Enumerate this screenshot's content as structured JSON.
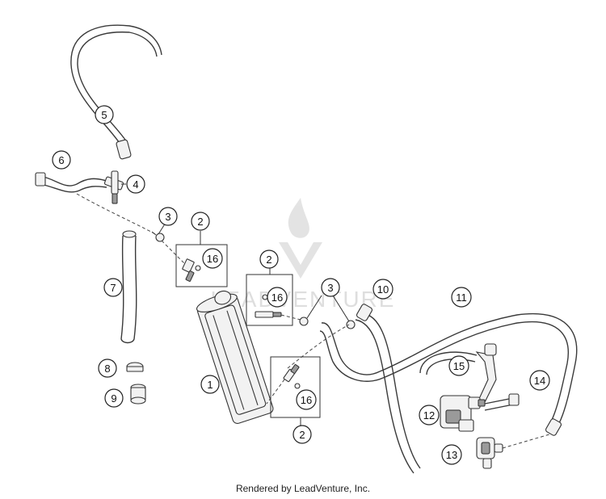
{
  "watermark": {
    "text": "LEADVENTURE"
  },
  "footer": {
    "credit": "Rendered by LeadVenture, Inc."
  },
  "callouts": [
    {
      "label": "1"
    },
    {
      "label": "2"
    },
    {
      "label": "2"
    },
    {
      "label": "2"
    },
    {
      "label": "3"
    },
    {
      "label": "3"
    },
    {
      "label": "4"
    },
    {
      "label": "5"
    },
    {
      "label": "6"
    },
    {
      "label": "7"
    },
    {
      "label": "8"
    },
    {
      "label": "9"
    },
    {
      "label": "10"
    },
    {
      "label": "11"
    },
    {
      "label": "12"
    },
    {
      "label": "13"
    },
    {
      "label": "14"
    },
    {
      "label": "15"
    },
    {
      "label": "16"
    },
    {
      "label": "16"
    },
    {
      "label": "16"
    }
  ]
}
